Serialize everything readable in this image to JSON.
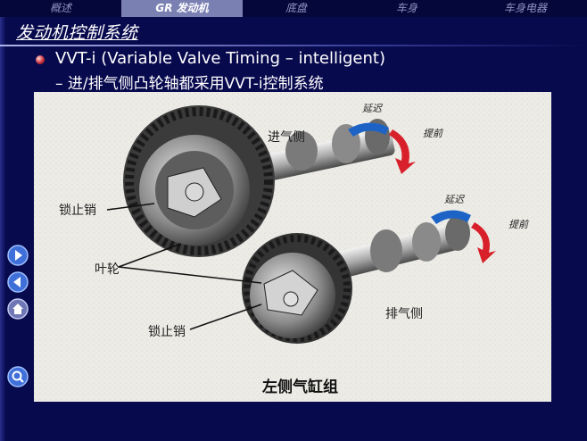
{
  "nav": {
    "tabs": [
      {
        "label": "概述",
        "active": false
      },
      {
        "label": "GR 发动机",
        "active": true
      },
      {
        "label": "底盘",
        "active": false
      },
      {
        "label": "车身",
        "active": false
      },
      {
        "label": "车身电器",
        "active": false
      }
    ]
  },
  "section_title": "发动机控制系统",
  "bullet_text": "VVT-i (Variable Valve Timing – intelligent)",
  "sub_text": "– 进/排气侧凸轮轴都采用VVT-i控制系统",
  "figure": {
    "label_intake": "进气侧",
    "label_exhaust": "排气侧",
    "label_lockpin_top": "锁止销",
    "label_vane": "叶轮",
    "label_lockpin_bottom": "锁止销",
    "label_retard_top": "延迟",
    "label_advance_top": "提前",
    "label_retard_bottom": "延迟",
    "label_advance_bottom": "提前",
    "caption": "左侧气缸组"
  },
  "side_buttons": [
    {
      "icon": "next-arrow-icon"
    },
    {
      "icon": "back-arrow-icon"
    },
    {
      "icon": "home-icon"
    },
    {
      "icon": "search-icon"
    }
  ],
  "colors": {
    "background": "#080a4e",
    "active_tab": "#7b80b3",
    "arrow_red": "#d8202a",
    "arrow_blue": "#1d63c6"
  }
}
